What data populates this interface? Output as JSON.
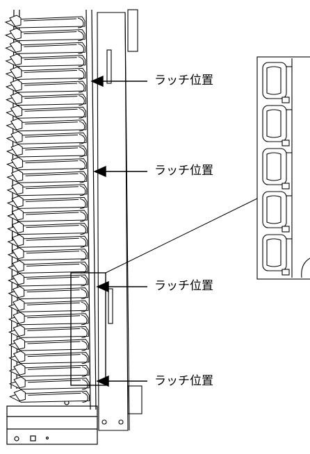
{
  "callouts": [
    {
      "label": "ラッチ位置"
    },
    {
      "label": "ラッチ位置"
    },
    {
      "label": "ラッチ位置"
    },
    {
      "label": "ラッチ位置"
    }
  ],
  "colors": {
    "line": "#000000",
    "background": "#ffffff",
    "part_fill": "#ffffff"
  }
}
